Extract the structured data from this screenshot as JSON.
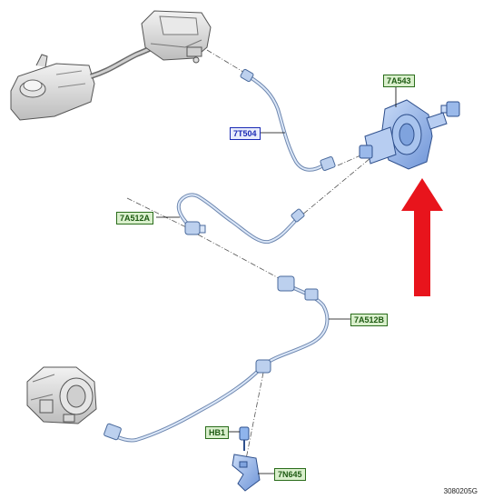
{
  "labels": {
    "7T504": "7T504",
    "7A543": "7A543",
    "7A512A": "7A512A",
    "7A512B": "7A512B",
    "HB1": "HB1",
    "7N645": "7N645"
  },
  "reference": "3080205G",
  "colors": {
    "highlight_part": "#8fb4ec",
    "arrow": "#e8141c",
    "blue_label": "#1b2bb5",
    "green_label": "#2b6d1c"
  },
  "icons": {
    "arrow": "up-arrow-icon"
  }
}
